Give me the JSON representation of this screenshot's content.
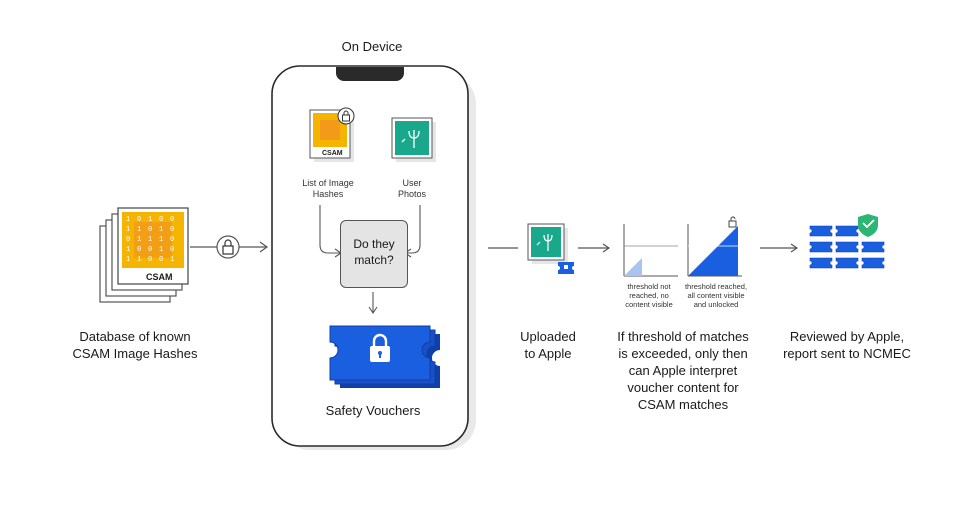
{
  "on_device_title": "On Device",
  "database": {
    "label_line1": "Database of known",
    "label_line2": "CSAM Image Hashes",
    "card_tag": "CSAM",
    "digits": [
      "1",
      "0",
      "1",
      "0",
      "0",
      "1",
      "1",
      "0",
      "1",
      "0",
      "0",
      "1",
      "1",
      "1",
      "0",
      "1",
      "0",
      "0",
      "1",
      "0",
      "1",
      "1",
      "0",
      "0",
      "1"
    ]
  },
  "phone": {
    "hash_card_tag": "CSAM",
    "hash_label_line1": "List of Image",
    "hash_label_line2": "Hashes",
    "photos_label_line1": "User",
    "photos_label_line2": "Photos",
    "match_line1": "Do they",
    "match_line2": "match?",
    "vouchers_label": "Safety Vouchers"
  },
  "upload": {
    "label_line1": "Uploaded",
    "label_line2": "to Apple"
  },
  "threshold": {
    "chart1_caption": [
      "threshold not",
      "reached, no",
      "content visible"
    ],
    "chart2_caption": [
      "threshold reached,",
      "all content visible",
      "and unlocked"
    ],
    "label_lines": [
      "If threshold of matches",
      "is exceeded, only then",
      "can Apple interpret",
      "voucher content for",
      "CSAM matches"
    ]
  },
  "review": {
    "label_line1": "Reviewed by Apple,",
    "label_line2": "report sent to NCMEC"
  },
  "colors": {
    "blue": "#1a5fe0",
    "blue_dark": "#0f3fa8",
    "yellow": "#f5b400",
    "orange": "#f39a1a",
    "teal": "#1aa88c",
    "green": "#2bb673"
  }
}
